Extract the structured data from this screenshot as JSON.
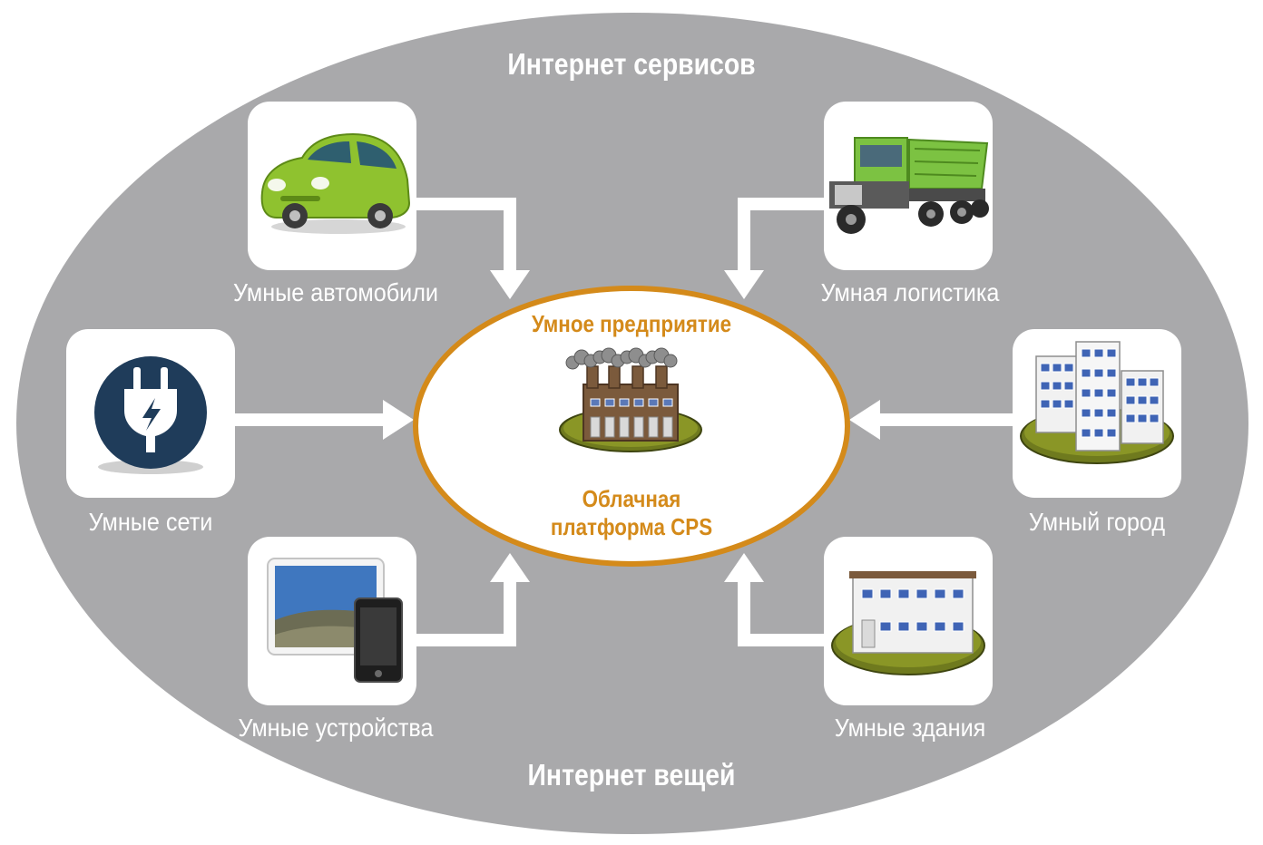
{
  "diagram": {
    "outer_top_title": "Интернет сервисов",
    "outer_bottom_title": "Интернет вещей",
    "center": {
      "title": "Умное предприятие",
      "subtitle_line1": "Облачная",
      "subtitle_line2": "платформа CPS"
    },
    "nodes": [
      {
        "id": "cars",
        "label": "Умные автомобили",
        "icon": "car-icon"
      },
      {
        "id": "logistics",
        "label": "Умная логистика",
        "icon": "dump-truck-icon"
      },
      {
        "id": "grids",
        "label": "Умные сети",
        "icon": "power-plug-icon"
      },
      {
        "id": "city",
        "label": "Умный город",
        "icon": "city-buildings-icon"
      },
      {
        "id": "devices",
        "label": "Умные устройства",
        "icon": "tablet-phone-icon"
      },
      {
        "id": "buildings",
        "label": "Умные здания",
        "icon": "building-icon"
      }
    ],
    "colors": {
      "outer": "#a9a9ab",
      "accent": "#d48a1a",
      "arrow": "#ffffff",
      "label": "#ffffff"
    }
  }
}
